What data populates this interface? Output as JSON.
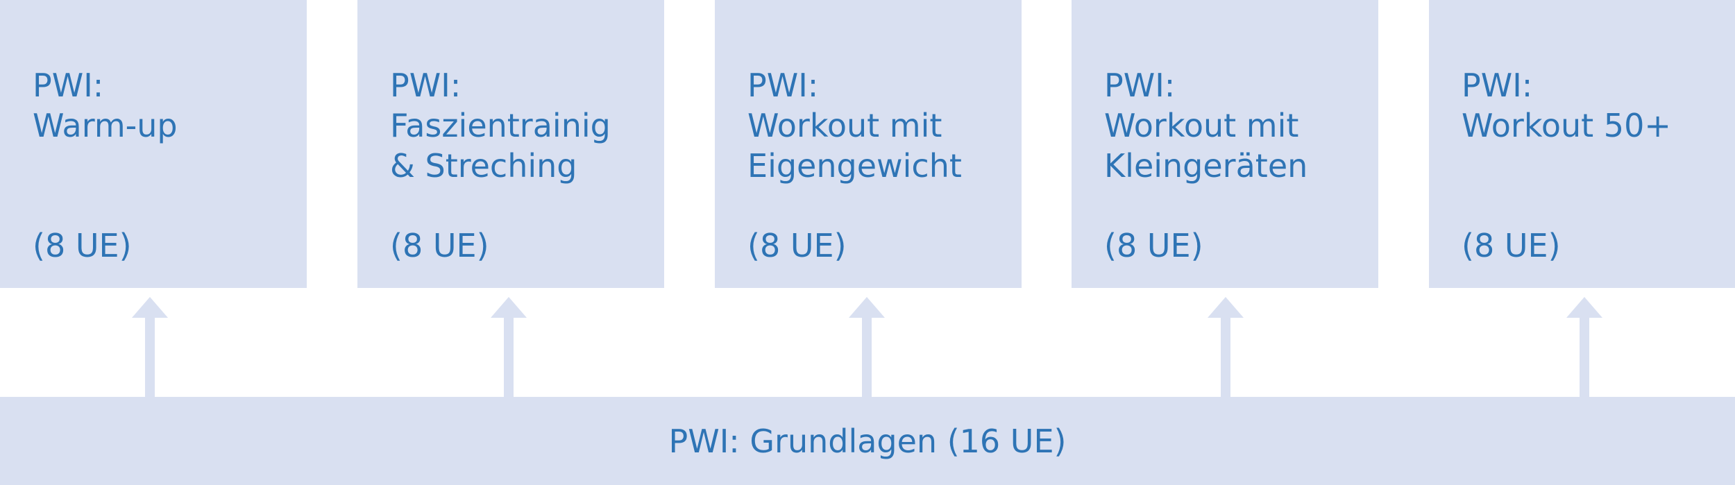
{
  "modules": [
    {
      "line1": "PWI:",
      "line2": "Warm-up",
      "line3": "",
      "units": "(8 UE)"
    },
    {
      "line1": "PWI:",
      "line2": "Faszientrainig",
      "line3": "& Streching",
      "units": "(8 UE)"
    },
    {
      "line1": "PWI:",
      "line2": "Workout mit",
      "line3": "Eigengewicht",
      "units": "(8 UE)"
    },
    {
      "line1": "PWI:",
      "line2": "Workout mit",
      "line3": "Kleingeräten",
      "units": "(8 UE)"
    },
    {
      "line1": "PWI:",
      "line2": "Workout 50+",
      "line3": "",
      "units": "(8 UE)"
    }
  ],
  "base": {
    "label": "PWI: Grundlagen (16 UE)"
  },
  "colors": {
    "box_fill": "#d9e0f1",
    "text": "#2e74b5"
  }
}
